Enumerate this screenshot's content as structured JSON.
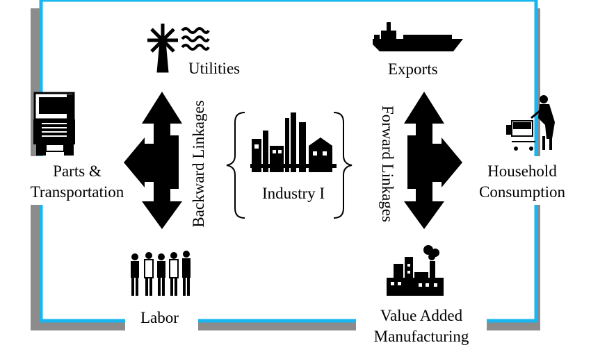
{
  "labels": {
    "utilities": "Utilities",
    "exports": "Exports",
    "parts_line1": "Parts &",
    "parts_line2": "Transportation",
    "household_line1": "Household",
    "household_line2": "Consumption",
    "labor": "Labor",
    "value_line1": "Value Added",
    "value_line2": "Manufacturing",
    "industry": "Industry I",
    "backward": "Backward Linkages",
    "forward": "Forward Linkages"
  },
  "icons": {
    "windmill": "windmill-icon",
    "water": "water-waves-icon",
    "ship": "cargo-ship-icon",
    "truck": "truck-icon",
    "shopper": "shopper-with-cart-icon",
    "factory": "factory-icon",
    "workers": "workers-group-icon",
    "manufacturing": "manufacturing-plant-icon"
  },
  "colors": {
    "frame": "#19b6ef",
    "shadow": "#8c8c8c",
    "ink": "#000000"
  }
}
